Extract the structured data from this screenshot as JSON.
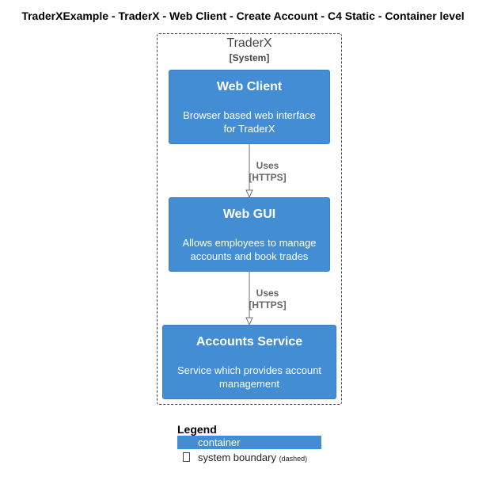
{
  "title": "TraderXExample - TraderX - Web Client - Create Account - C4 Static - Container level",
  "boundary": {
    "name": "TraderX",
    "type": "[System]"
  },
  "containers": [
    {
      "name": "Web Client",
      "description": "Browser based web interface for TraderX"
    },
    {
      "name": "Web GUI",
      "description": "Allows employees to manage accounts and book trades"
    },
    {
      "name": "Accounts Service",
      "description": "Service which provides account management"
    }
  ],
  "relationships": [
    {
      "label": "Uses",
      "technology": "[HTTPS]"
    },
    {
      "label": "Uses",
      "technology": "[HTTPS]"
    }
  ],
  "legend": {
    "title": "Legend",
    "container_label": "container",
    "boundary_label": "system boundary",
    "boundary_note": "(dashed)"
  },
  "colors": {
    "container_fill": "#438dd5",
    "boundary_stroke": "#444444",
    "arrow": "#707070"
  }
}
